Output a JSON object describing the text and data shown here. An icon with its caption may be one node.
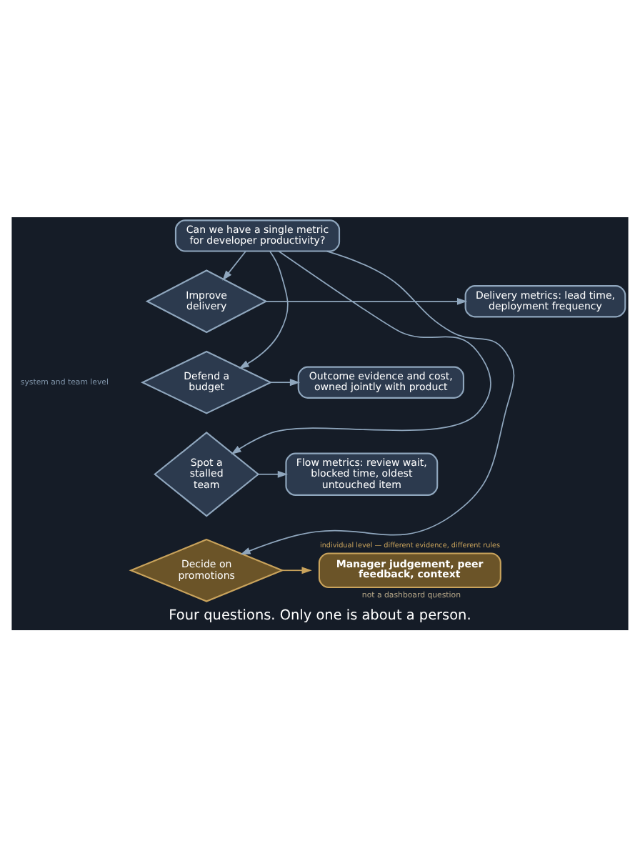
{
  "diagram": {
    "caption": "Four questions. Only one is about a person.",
    "nodes": [
      {
        "text": [
          "Can we have a single metric for developer productivity?"
        ]
      },
      {
        "text": [
          "Improve delivery"
        ]
      },
      {
        "text": [
          "Delivery metrics: lead time, deployment frequency"
        ]
      },
      {
        "text": [
          "Defend a budget"
        ]
      },
      {
        "text": [
          "Outcome evidence and cost, owned jointly with product"
        ]
      },
      {
        "text": [
          "Spot a stalled team"
        ]
      },
      {
        "text": [
          "Flow metrics: review wait, blocked time, oldest untouched item"
        ]
      },
      {
        "text": [
          "Decide on promotions"
        ]
      },
      {
        "text": [
          "Manager judgement, peer feedback, context"
        ],
        "beside": [
          "individual level — different evidence, different rules",
          "not a dashboard question"
        ]
      }
    ],
    "edges": [
      {
        "from": 0,
        "to": 1,
        "arrow": "to"
      },
      {
        "from": 0,
        "to": 3,
        "arrow": "to"
      },
      {
        "from": 0,
        "to": 5,
        "arrow": "to"
      },
      {
        "from": 0,
        "to": 7,
        "arrow": "to"
      },
      {
        "from": 1,
        "to": 2,
        "arrow": "to"
      },
      {
        "from": 3,
        "to": 4,
        "arrow": "to"
      },
      {
        "from": 5,
        "to": 6,
        "arrow": "to"
      },
      {
        "from": 7,
        "to": 8,
        "arrow": "to",
        "color": "#c9a35c"
      }
    ],
    "labels": [
      "system and team level"
    ]
  }
}
